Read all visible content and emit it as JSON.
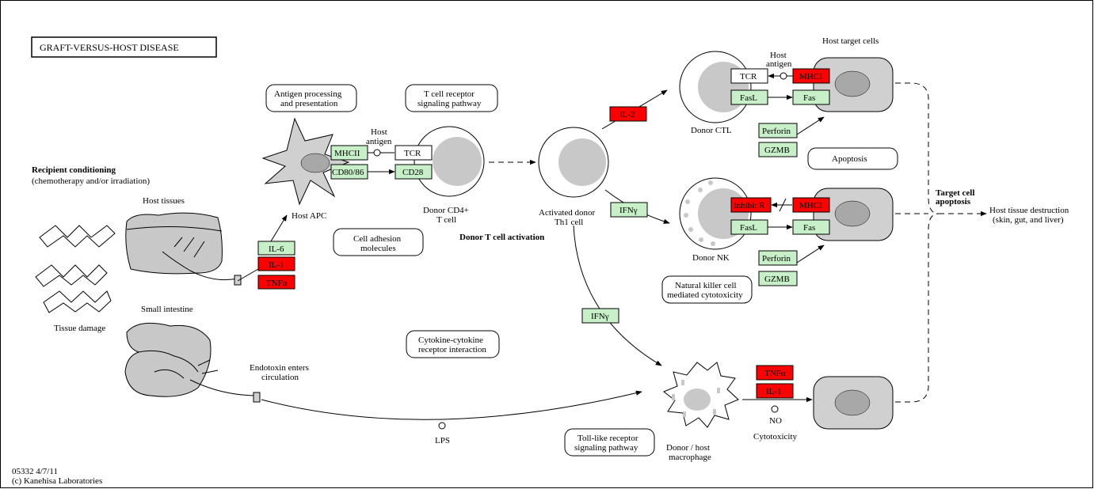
{
  "title": "GRAFT-VERSUS-HOST  DISEASE",
  "footer": {
    "id_date": "05332 4/7/11",
    "copyright": "(c) Kanehisa Laboratories"
  },
  "labels": {
    "recipient_conditioning": "Recipient conditioning",
    "conditioning_detail": "(chemotherapy and/or irradiation)",
    "host_tissues": "Host tissues",
    "tissue_damage": "Tissue damage",
    "small_intestine": "Small intestine",
    "endotoxin_1": "Endotoxin enters",
    "endotoxin_2": "circulation",
    "lps": "LPS",
    "host_apc": "Host APC",
    "host_antigen_1": "Host",
    "host_antigen_2": "antigen",
    "host_antigen_top_1": "Host",
    "host_antigen_top_2": "antigen",
    "donor_cd4_1": "Donor CD4+",
    "donor_cd4_2": "T cell",
    "activated_donor_1": "Activated donor",
    "activated_donor_2": "Th1 cell",
    "donor_activation": "Donor T cell activation",
    "donor_ctl": "Donor CTL",
    "donor_nk": "Donor NK",
    "host_target_cells": "Host target cells",
    "target_apoptosis_1": "Target cell",
    "target_apoptosis_2": "apoptosis",
    "host_destruction_1": "Host tissue destruction",
    "host_destruction_2": "(skin, gut, and liver)",
    "macrophage_1": "Donor / host",
    "macrophage_2": "macrophage",
    "no": "NO",
    "cytotoxicity": "Cytotoxicity"
  },
  "maps": {
    "antigen_processing_1": "Antigen processing",
    "antigen_processing_2": "and presentation",
    "tcr_pathway_1": "T cell receptor",
    "tcr_pathway_2": "signaling pathway",
    "cell_adhesion_1": "Cell adhesion",
    "cell_adhesion_2": "molecules",
    "cytokine_1": "Cytokine-cytokine",
    "cytokine_2": "receptor interaction",
    "toll_like_1": "Toll-like receptor",
    "toll_like_2": "signaling pathway",
    "nk_cyto_1": "Natural killer cell",
    "nk_cyto_2": "mediated cytotoxicity",
    "apoptosis": "Apoptosis"
  },
  "genes": {
    "mhcii": "MHCII",
    "cd80_86": "CD80/86",
    "tcr_cd4": "TCR",
    "cd28": "CD28",
    "il6": "IL-6",
    "il1_apc": "IL-1",
    "tnfa_apc": "TNFα",
    "il2": "IL-2",
    "ifng_nk": "IFNγ",
    "ifng_mac": "IFNγ",
    "tcr_ctl": "TCR",
    "mhci_ctl": "MHCI",
    "fasl_ctl": "FasL",
    "fas_ctl": "Fas",
    "perforin_ctl": "Perforin",
    "gzmb_ctl": "GZMB",
    "inhibit_r": "Inhibit R",
    "mhci_nk": "MHCI",
    "fasl_nk": "FasL",
    "fas_nk": "Fas",
    "perforin_nk": "Perforin",
    "gzmb_nk": "GZMB",
    "tnfa_mac": "TNFα",
    "il1_mac": "IL-1"
  },
  "colors": {
    "expressed_up": "#ff0000",
    "gene_default": "#c8f0c8",
    "cell_fill": "#d0d0d0"
  }
}
